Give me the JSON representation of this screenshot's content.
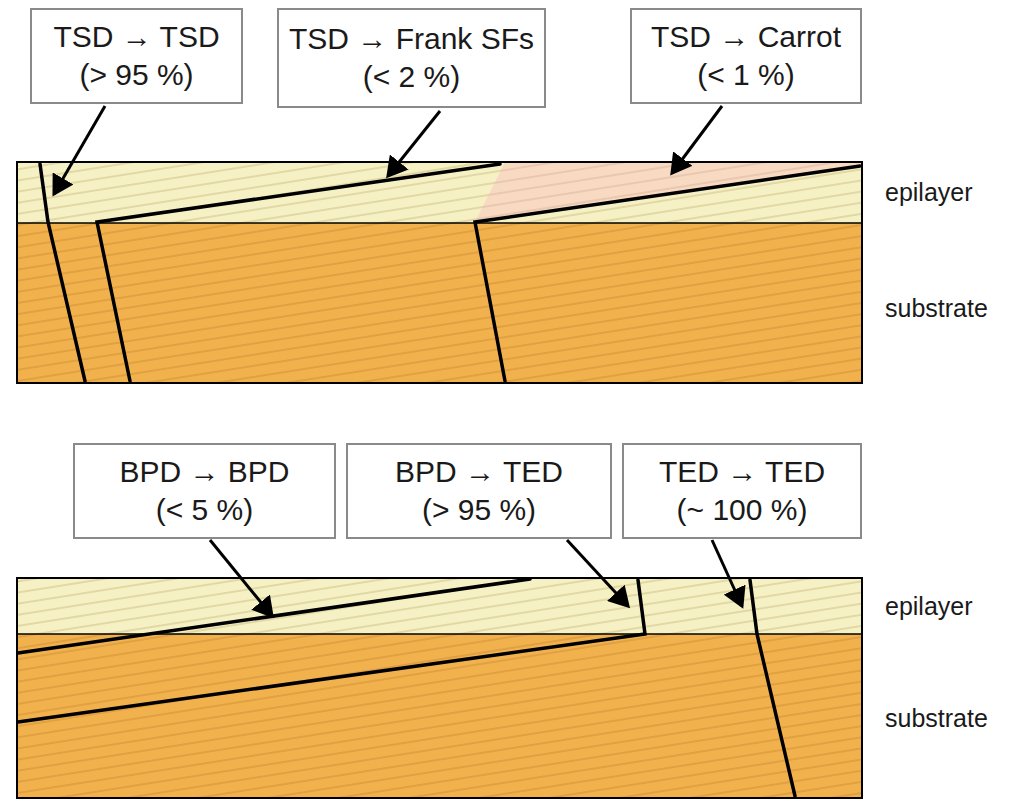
{
  "diagram": {
    "nodes": [
      {
        "text": [
          "TSD → TSD",
          "(> 95 %)"
        ]
      },
      {
        "text": [
          "TSD → Frank SFs",
          "(< 2 %)"
        ]
      },
      {
        "text": [
          "TSD → Carrot",
          "(< 1 %)"
        ]
      },
      {
        "text": [
          "BPD → BPD",
          "(< 5 %)"
        ]
      },
      {
        "text": [
          "BPD → TED",
          "(> 95 %)"
        ]
      },
      {
        "text": [
          "TED → TED",
          "(~ 100 %)"
        ]
      }
    ],
    "labels": [
      "epilayer",
      "substrate",
      "epilayer",
      "substrate"
    ]
  }
}
